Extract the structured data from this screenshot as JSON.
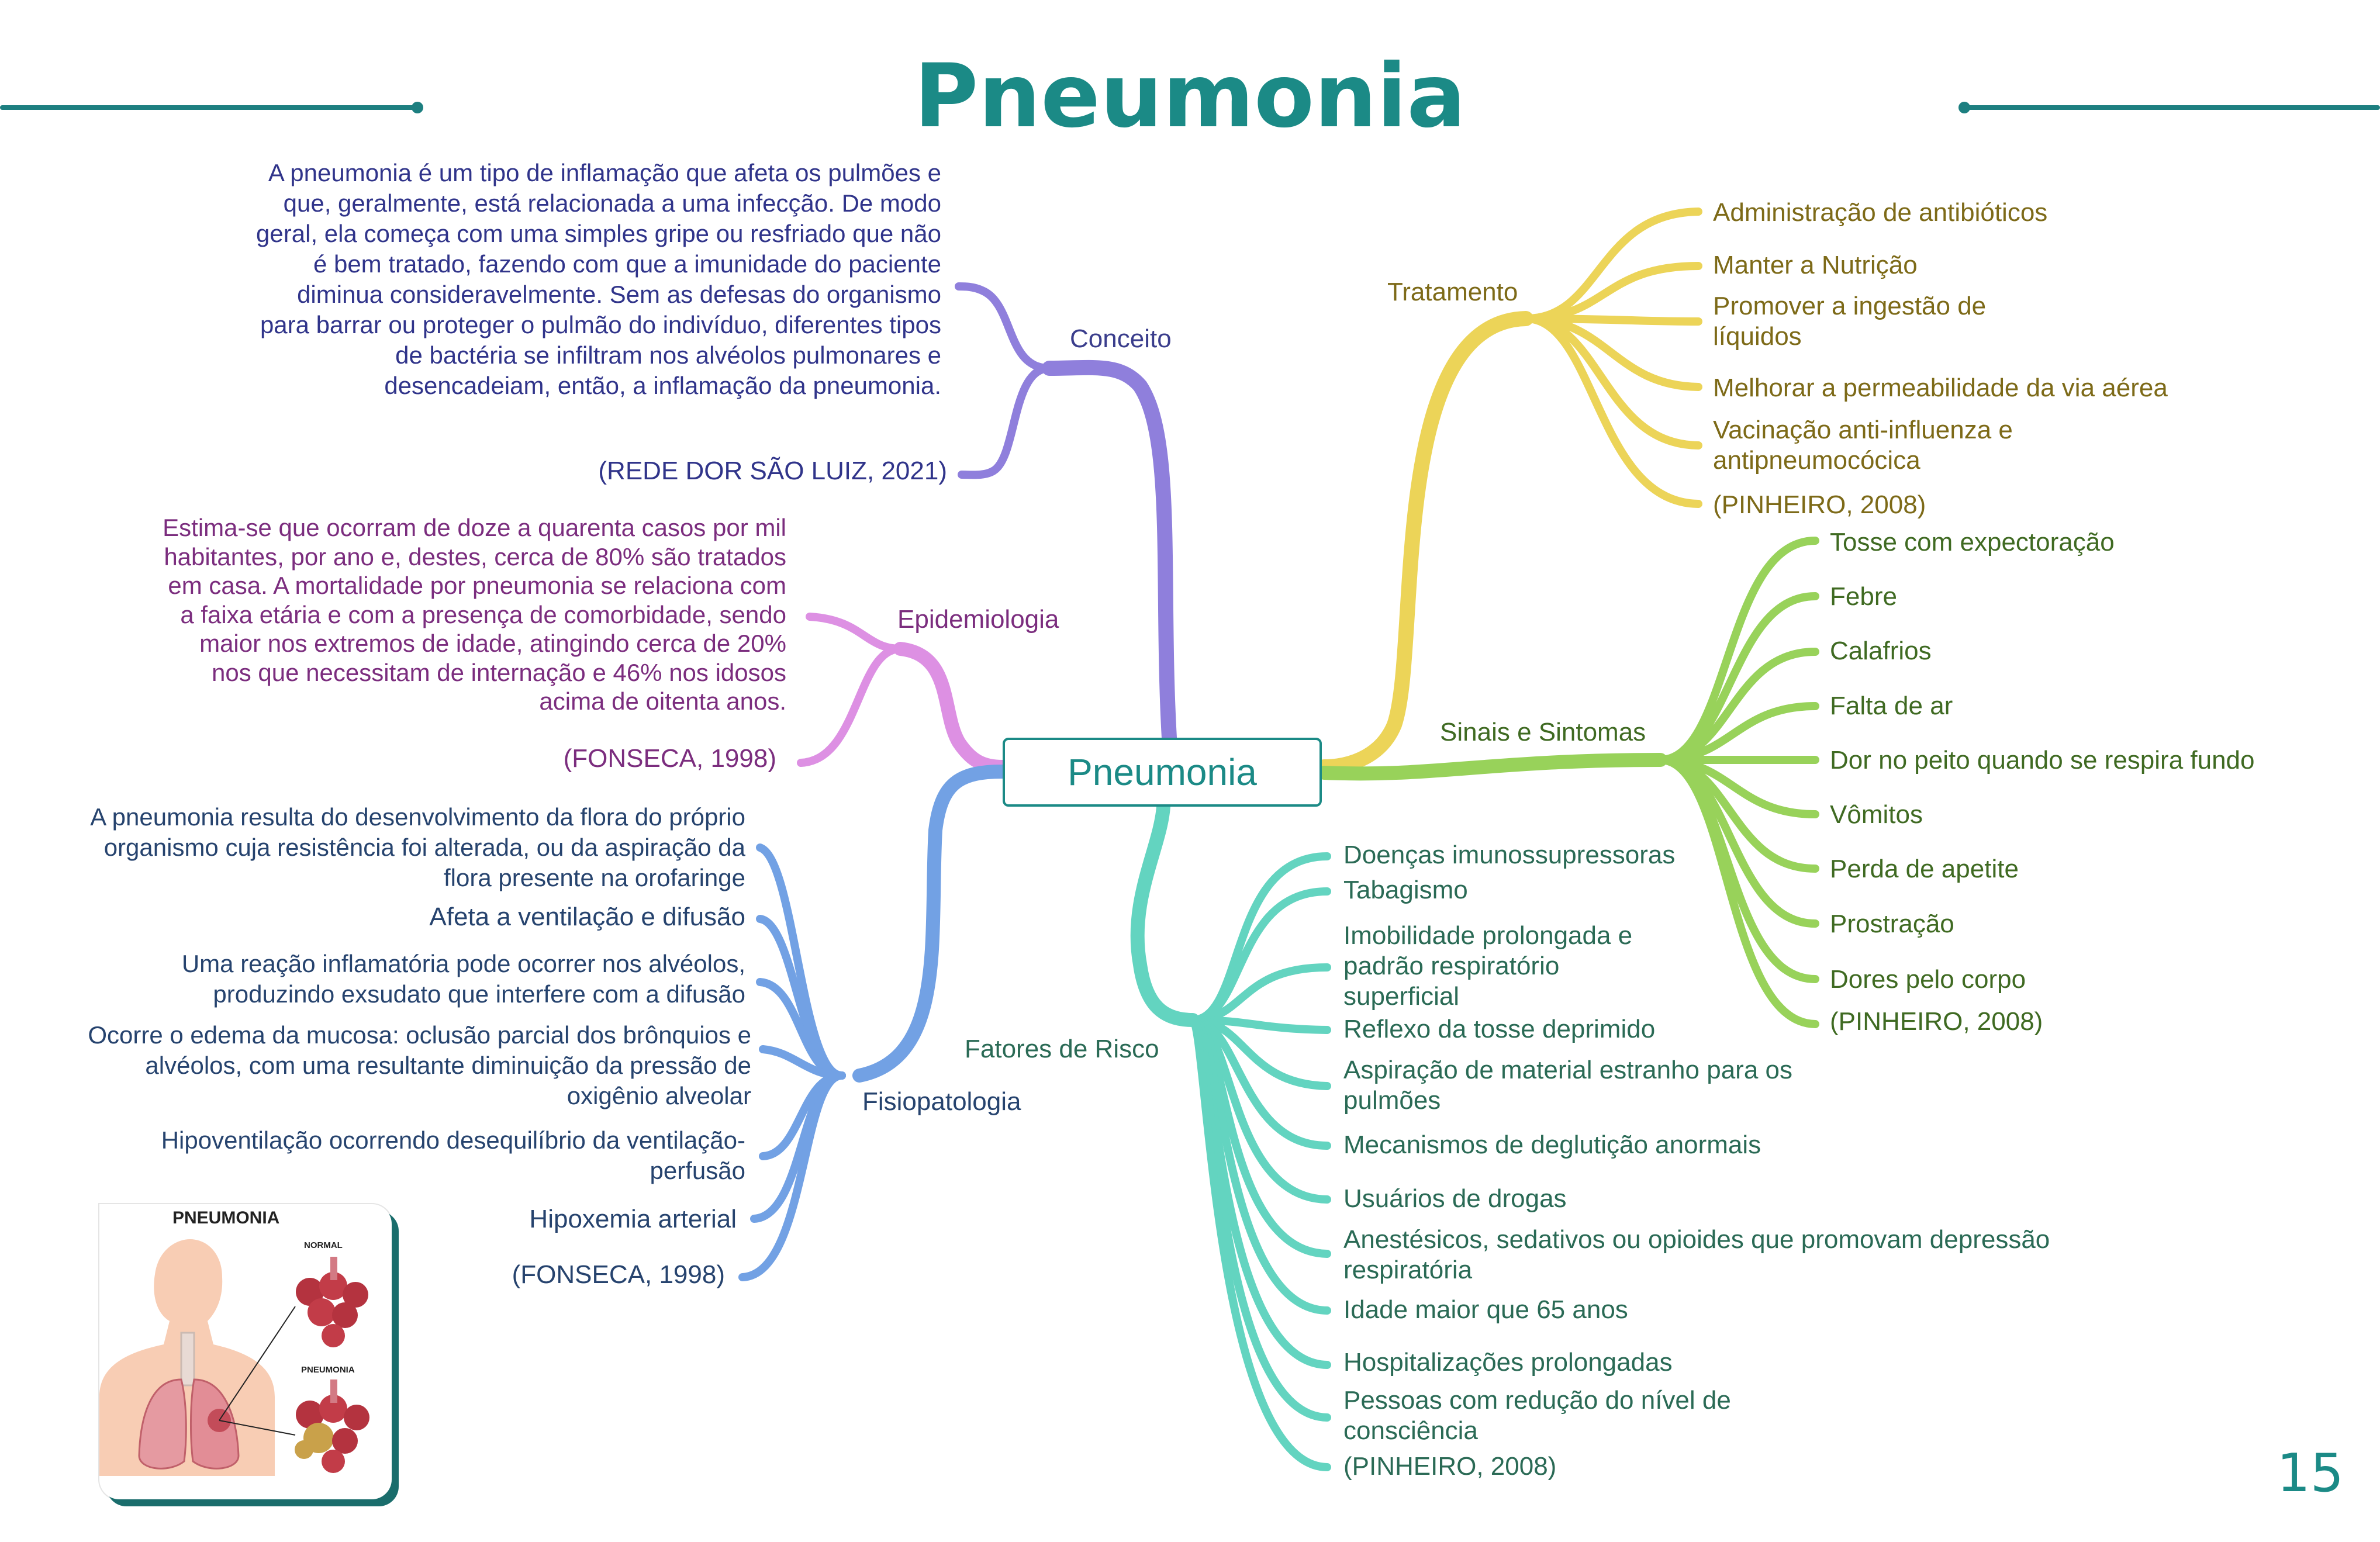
{
  "title": "Pneumonia",
  "center_label": "Pneumonia",
  "page_number": "15",
  "colors": {
    "accent": "#1b8a86",
    "conceito": "#8f7fdc",
    "epidemiologia": "#dd90e3",
    "fisiopatologia": "#72a1e4",
    "fatores": "#63d4c0",
    "tratamento": "#ecd458",
    "sinais": "#98d25a"
  },
  "conceito": {
    "label": "Conceito",
    "text": "A pneumonia é um tipo de inflamação que afeta os pulmões e que, geralmente, está relacionada a uma infecção. De modo geral, ela começa com uma simples gripe ou resfriado que não é bem tratado, fazendo com que a imunidade do paciente diminua consideravelmente. Sem as defesas do organismo para barrar ou proteger o pulmão do indivíduo, diferentes tipos de bactéria se infiltram nos alvéolos pulmonares e desencadeiam, então, a inflamação da pneumonia.",
    "ref": "(REDE DOR SÃO LUIZ, 2021)"
  },
  "epidemiologia": {
    "label": "Epidemiologia",
    "text": "Estima-se que ocorram de doze a quarenta casos por mil habitantes, por ano e, destes, cerca de 80% são tratados em casa. A mortalidade por pneumonia se relaciona com a faixa etária e com a presença de comorbidade, sendo maior nos extremos de idade, atingindo cerca de 20% nos que necessitam de internação e 46% nos idosos acima de oitenta anos.",
    "ref": "(FONSECA, 1998)"
  },
  "fisiopatologia": {
    "label": "Fisiopatologia",
    "items": [
      "A pneumonia resulta do desenvolvimento da flora do próprio organismo cuja resistência foi alterada, ou da aspiração da flora presente na orofaringe",
      "Afeta a ventilação e difusão",
      "Uma reação inflamatória pode ocorrer nos alvéolos, produzindo exsudato que interfere com a difusão",
      "Ocorre o edema da mucosa: oclusão parcial dos brônquios e alvéolos, com uma resultante diminuição da pressão de oxigênio alveolar",
      "Hipoventilação ocorrendo desequilíbrio da ventilação-perfusão",
      "Hipoxemia arterial",
      "(FONSECA, 1998)"
    ]
  },
  "fatores": {
    "label": "Fatores de Risco",
    "items": [
      "Doenças imunossupressoras",
      "Tabagismo",
      "Imobilidade prolongada e padrão respiratório superficial",
      "Reflexo da tosse deprimido",
      "Aspiração de material estranho para os pulmões",
      "Mecanismos de deglutição anormais",
      "Usuários de drogas",
      "Anestésicos, sedativos ou opioides que promovam depressão respiratória",
      "Idade maior que 65 anos",
      "Hospitalizações prolongadas",
      "Pessoas com redução do nível de consciência",
      "(PINHEIRO, 2008)"
    ]
  },
  "tratamento": {
    "label": "Tratamento",
    "items": [
      "Administração de antibióticos",
      "Manter a Nutrição",
      "Promover a ingestão de líquidos",
      "Melhorar a permeabilidade da via aérea",
      "Vacinação anti-influenza e antipneumocócica",
      "(PINHEIRO, 2008)"
    ]
  },
  "sinais": {
    "label": "Sinais e Sintomas",
    "items": [
      "Tosse com expectoração",
      "Febre",
      "Calafrios",
      "Falta de ar",
      "Dor no peito quando se respira fundo",
      "Vômitos",
      "Perda de apetite",
      "Prostração",
      "Dores pelo corpo",
      "(PINHEIRO, 2008)"
    ]
  },
  "illustration": {
    "title": "PNEUMONIA",
    "label_normal": "NORMAL",
    "label_pneumonia": "PNEUMONIA"
  }
}
